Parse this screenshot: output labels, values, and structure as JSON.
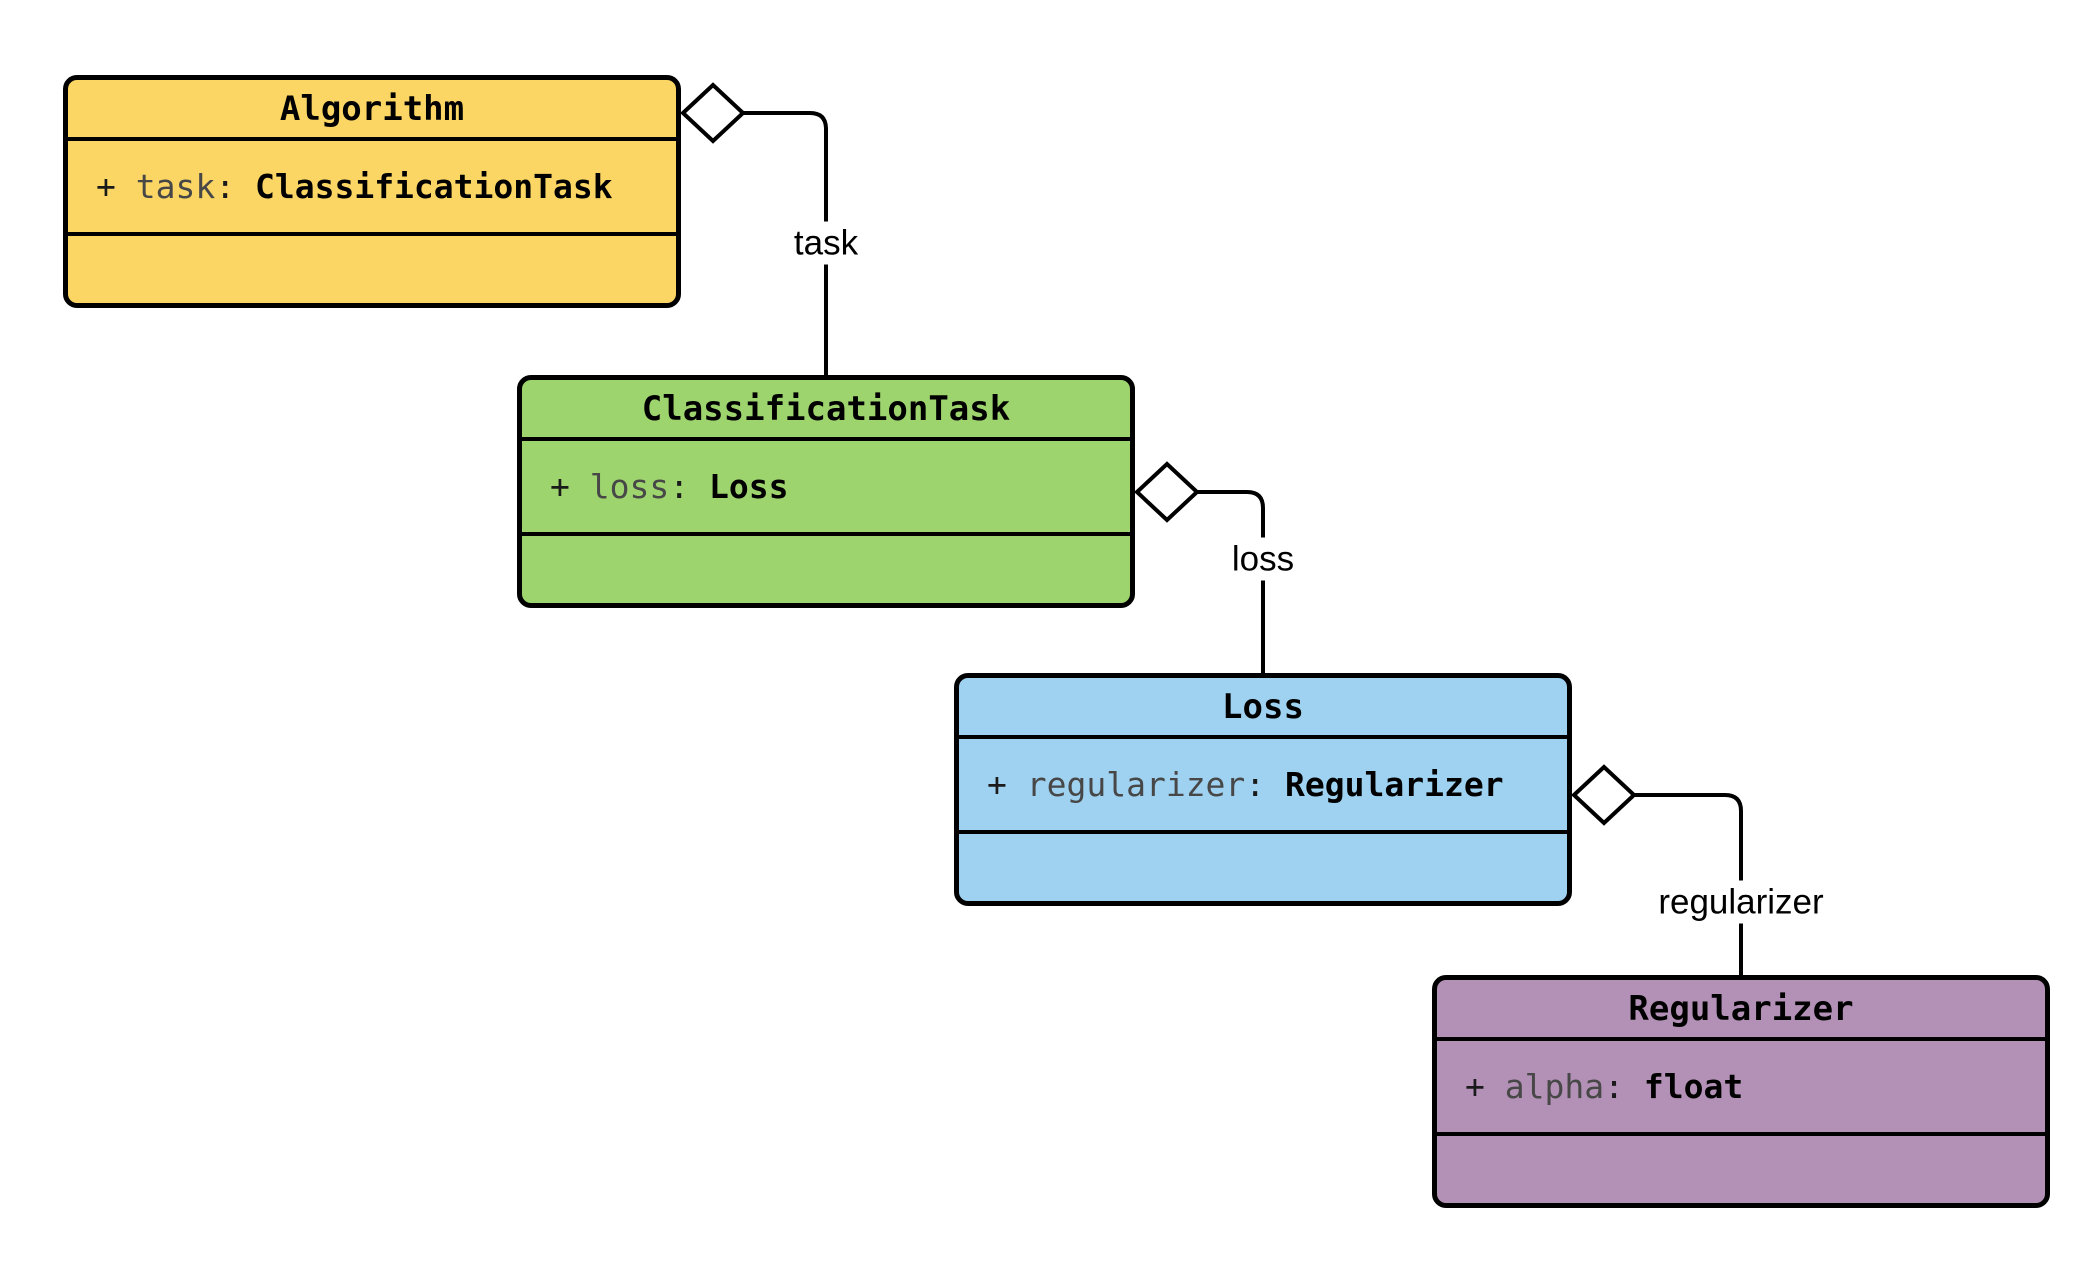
{
  "diagram": {
    "type": "uml-class-diagram",
    "background_color": "#ffffff",
    "stroke_color": "#000000",
    "classes": [
      {
        "name": "Algorithm",
        "fill": "#FBD664",
        "attributes": [
          {
            "visibility": "+ ",
            "name": "task",
            "colon": ": ",
            "type": "ClassificationTask"
          }
        ]
      },
      {
        "name": "ClassificationTask",
        "fill": "#9ED46E",
        "attributes": [
          {
            "visibility": "+ ",
            "name": "loss",
            "colon": ": ",
            "type": "Loss"
          }
        ]
      },
      {
        "name": "Loss",
        "fill": "#9FD2F1",
        "attributes": [
          {
            "visibility": "+ ",
            "name": "regularizer",
            "colon": ": ",
            "type": "Regularizer"
          }
        ]
      },
      {
        "name": "Regularizer",
        "fill": "#B391B6",
        "attributes": [
          {
            "visibility": "+ ",
            "name": "alpha",
            "colon": ": ",
            "type": "float"
          }
        ]
      }
    ],
    "relations": [
      {
        "from": "Algorithm",
        "to": "ClassificationTask",
        "label": "task",
        "kind": "aggregation"
      },
      {
        "from": "ClassificationTask",
        "to": "Loss",
        "label": "loss",
        "kind": "aggregation"
      },
      {
        "from": "Loss",
        "to": "Regularizer",
        "label": "regularizer",
        "kind": "aggregation"
      }
    ]
  }
}
